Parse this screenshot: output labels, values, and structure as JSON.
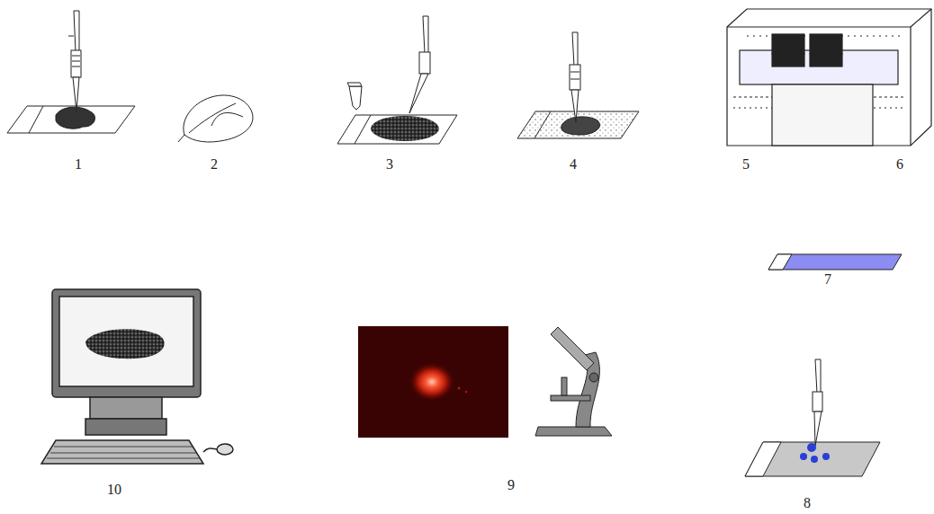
{
  "diagram": {
    "labels": [
      "1",
      "2",
      "3",
      "4",
      "5",
      "6",
      "7",
      "10",
      "9",
      "8"
    ]
  }
}
